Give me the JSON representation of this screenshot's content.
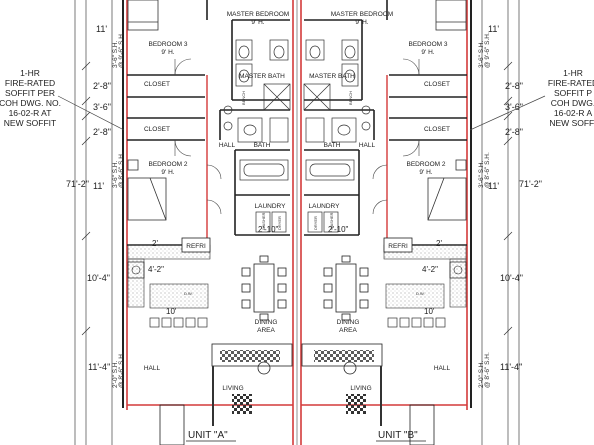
{
  "dims": {
    "left": [
      "11'",
      "2'-8\"",
      "3'-6\"",
      "2'-8\"",
      "71'-2\"",
      "11'",
      "10'-4\"",
      "11'-4\""
    ],
    "right": [
      "11'",
      "2'-8\"",
      "3'-6\"",
      "2'-8\"",
      "71'-2\"",
      "11'",
      "10'-4\"",
      "11'-4\""
    ],
    "inner": [
      "2'",
      "4'-2\"",
      "10'",
      "2'",
      "4'-2\"",
      "10'",
      "2'-10\"",
      "2'-10\""
    ]
  },
  "notes": {
    "left": [
      "1-HR",
      "FIRE-RATED",
      "SOFFIT PER",
      "COH DWG. NO.",
      "16-02-R AT",
      "NEW SOFFIT"
    ],
    "right": [
      "1-HR",
      "FIRE-RATED",
      "SOFFIT P",
      "COH DWG.",
      "16-02-R A",
      "NEW SOFFI"
    ]
  },
  "heights": {
    "sh1": "3'-6\" S.H.",
    "sh1b": "@ 9'-6\" S.H.",
    "sh2": "3'-6\" S.H.",
    "sh2b": "@ 8'-6\" S.H.",
    "sh3": "2'-0\" S.H.",
    "sh3b": "@ 8'-6\" S.H."
  },
  "rooms": {
    "master_bedroom": "MASTER BEDROOM",
    "master_height": "9' H.",
    "bedroom3": "BEDROOM 3",
    "bedroom3_height": "9' H.",
    "bedroom2": "BEDROOM 2",
    "bedroom2_height": "9' H.",
    "master_bath": "MASTER BATH",
    "closet": "CLOSET",
    "hall": "HALL",
    "bath": "BATH",
    "laundry": "LAUNDRY",
    "refri": "REFRI",
    "dining": "DINING",
    "area": "AREA",
    "living": "LIVING",
    "bench": "BENCH",
    "dw": "D.W.",
    "washer": "WASHER",
    "dryer": "DRYER"
  },
  "units": {
    "a": "UNIT \"A\"",
    "b": "UNIT \"B\""
  },
  "colors": {
    "firewall": "#d43a3a",
    "line": "#222222"
  }
}
